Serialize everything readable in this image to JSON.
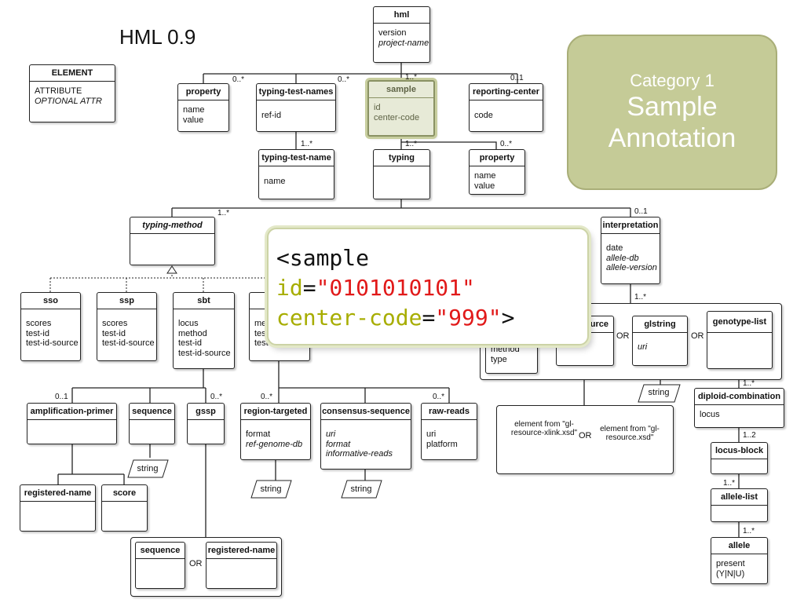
{
  "title": "HML 0.9",
  "category": {
    "line1": "Category 1",
    "line2": "Sample",
    "line3": "Annotation"
  },
  "legend": {
    "header": "ELEMENT",
    "attrs": [
      "ATTRIBUTE",
      "OPTIONAL ATTR"
    ]
  },
  "callout": {
    "line1": "<sample",
    "attr1_name": "id",
    "attr1_eq": "=",
    "attr1_value": "\"0101010101\"",
    "attr2_name": "center-code",
    "attr2_eq": "=",
    "attr2_value": "\"999\"",
    "close": ">"
  },
  "elements": {
    "hml": {
      "header": "hml",
      "attrs": [
        "version",
        "project-name"
      ]
    },
    "property_top": {
      "header": "property",
      "attrs": [
        "name",
        "value"
      ]
    },
    "typing_test_names": {
      "header": "typing-test-names",
      "attrs": [
        "ref-id"
      ]
    },
    "sample": {
      "header": "sample",
      "attrs": [
        "id",
        "center-code"
      ]
    },
    "reporting_center": {
      "header": "reporting-center",
      "attrs": [
        "code"
      ]
    },
    "typing_test_name": {
      "header": "typing-test-name",
      "attrs": [
        "name"
      ]
    },
    "typing": {
      "header": "typing",
      "attrs": []
    },
    "property_mid": {
      "header": "property",
      "attrs": [
        "name",
        "value"
      ]
    },
    "typing_method": {
      "header": "typing-method",
      "attrs": []
    },
    "interpretation": {
      "header": "interpretation",
      "attrs": [
        "date",
        "allele-db",
        "allele-version"
      ]
    },
    "sso": {
      "header": "sso",
      "attrs": [
        "scores",
        "test-id",
        "test-id-source"
      ]
    },
    "ssp": {
      "header": "ssp",
      "attrs": [
        "scores",
        "test-id",
        "test-id-source"
      ]
    },
    "sbt": {
      "header": "sbt",
      "attrs": [
        "locus",
        "method",
        "test-id",
        "test-id-source"
      ]
    },
    "hidden_method": {
      "header": "",
      "attrs": [
        "me",
        "test",
        "test-id"
      ]
    },
    "hidden_type": {
      "header": "",
      "attrs": [
        "method",
        "type"
      ]
    },
    "hidden_source": {
      "header": "source",
      "attrs": [
        "uri"
      ]
    },
    "glstring": {
      "header": "glstring",
      "attrs": [
        "uri"
      ]
    },
    "genotype_list": {
      "header": "genotype-list",
      "attrs": []
    },
    "amplification_primer": {
      "header": "amplification-primer",
      "attrs": []
    },
    "sequence": {
      "header": "sequence",
      "attrs": []
    },
    "gssp": {
      "header": "gssp",
      "attrs": []
    },
    "region_targeted": {
      "header": "region-targeted",
      "attrs": [
        "format",
        "ref-genome-db"
      ]
    },
    "consensus_sequence": {
      "header": "consensus-sequence",
      "attrs": [
        "uri",
        "format",
        "informative-reads"
      ]
    },
    "raw_reads": {
      "header": "raw-reads",
      "attrs": [
        "uri",
        "platform"
      ]
    },
    "registered_name": {
      "header": "registered-name",
      "attrs": []
    },
    "score": {
      "header": "score",
      "attrs": []
    },
    "sequence_b": {
      "header": "sequence",
      "attrs": []
    },
    "registered_name_b": {
      "header": "registered-name",
      "attrs": []
    },
    "diploid_combination": {
      "header": "diploid-combination",
      "attrs": [
        "locus"
      ]
    },
    "locus_block": {
      "header": "locus-block",
      "attrs": []
    },
    "allele_list": {
      "header": "allele-list",
      "attrs": []
    },
    "allele": {
      "header": "allele",
      "attrs": [
        "present",
        "(Y|N|U)"
      ]
    }
  },
  "strings": {
    "string": "string"
  },
  "external": {
    "xlink": "element from \"gl-resource-xlink.xsd\"",
    "resource": "element from \"gl-resource.xsd\""
  },
  "or_label": "OR",
  "multiplicities": {
    "hml_property": "0..*",
    "hml_typing_test_names": "0..*",
    "hml_sample": "1..*",
    "hml_reporting_center": "0..1",
    "ttn_name": "1..*",
    "sample_typing": "1..*",
    "sample_property": "0..*",
    "typing_method": "1..*",
    "typing_interp": "0..1",
    "interp_group": "1..*",
    "sbt_amp": "0..1",
    "sbt_gssp": "0..*",
    "region_targeted": "0..*",
    "raw_reads": "0..*",
    "diploid": "1..*",
    "locus_block": "1..2",
    "allele_list": "1..*",
    "allele": "1..*"
  }
}
